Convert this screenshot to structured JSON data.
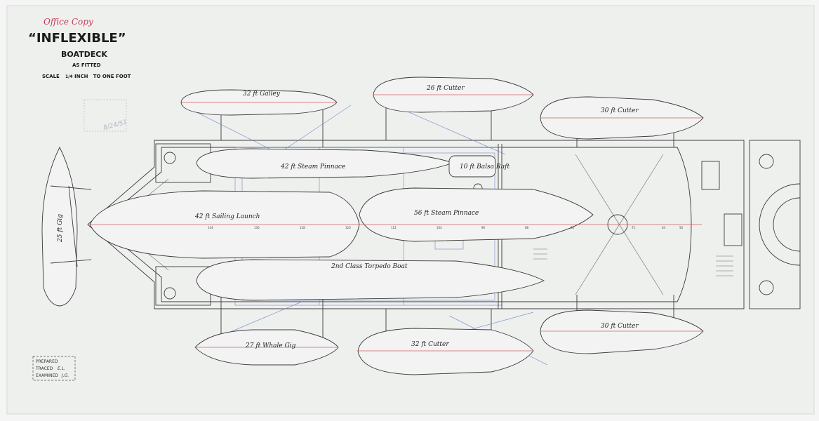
{
  "title_block": {
    "annotation": "Office Copy",
    "ship_name": "“INFLEXIBLE”",
    "deck": "BOATDECK",
    "status": "AS FITTED",
    "scale_prefix": "SCALE",
    "scale_fraction": "1/4",
    "scale_suffix": "INCH   TO ONE FOOT"
  },
  "stamp": {
    "prepared": "PREPARED",
    "traced": "TRACED",
    "traced_initials": "E.L.",
    "examined": "EXAMINED",
    "examined_initials": "J.G."
  },
  "pencil_note": "8/24/51",
  "boats": {
    "galley": "32 ft Galley",
    "cutter_26": "26 ft Cutter",
    "cutter_30_top": "30 ft Cutter",
    "steam_pinnace_42": "42 ft Steam Pinnace",
    "balsa_raft": "10 ft Balsa Raft",
    "sailing_launch": "42 ft Sailing Launch",
    "steam_pinnace_56": "56 ft Steam Pinnace",
    "torpedo_boat": "2nd Class Torpedo Boat",
    "whale_gig": "27 ft Whale Gig",
    "cutter_32": "32 ft Cutter",
    "cutter_30_bottom": "30 ft Cutter",
    "gig": "25 ft Gig"
  },
  "stations": [
    "144",
    "136",
    "128",
    "120",
    "112",
    "104",
    "96",
    "88",
    "80",
    "72",
    "64",
    "56"
  ],
  "colors": {
    "paper": "#eef0ee",
    "ink": "#3a3a3a",
    "centerline": "#d06060",
    "pencil_blue": "#6d7fc4",
    "annotation_red": "#c8385a"
  }
}
